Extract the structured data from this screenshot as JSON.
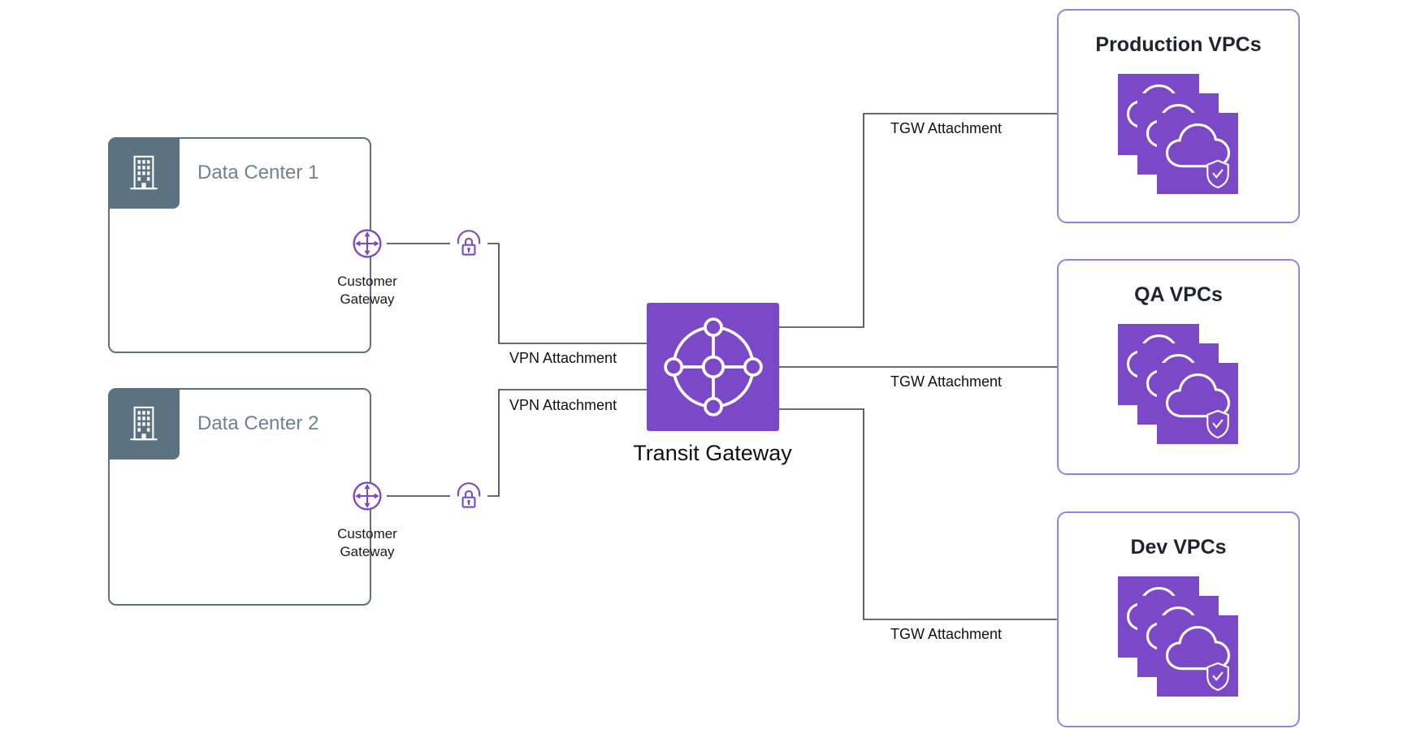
{
  "colors": {
    "node_purple": "#7b48c8",
    "slate": "#5b7282",
    "slate_text": "#6f8292",
    "vpc_border": "#9087db",
    "connector": "#3a3a3a",
    "label_text": "#111111",
    "background": "#ffffff"
  },
  "data_centers": [
    {
      "title": "Data Center 1"
    },
    {
      "title": "Data Center 2"
    }
  ],
  "customer_gateways": [
    {
      "label": "Customer Gateway"
    },
    {
      "label": "Customer Gateway"
    }
  ],
  "transit_gateway": {
    "label": "Transit Gateway"
  },
  "vpc_groups": [
    {
      "title": "Production VPCs"
    },
    {
      "title": "QA VPCs"
    },
    {
      "title": "Dev VPCs"
    }
  ],
  "edges": [
    {
      "from": "Customer Gateway (Data Center 1)",
      "to": "Transit Gateway",
      "label": "VPN Attachment"
    },
    {
      "from": "Customer Gateway (Data Center 2)",
      "to": "Transit Gateway",
      "label": "VPN Attachment"
    },
    {
      "from": "Transit Gateway",
      "to": "Production VPCs",
      "label": "TGW Attachment"
    },
    {
      "from": "Transit Gateway",
      "to": "QA VPCs",
      "label": "TGW Attachment"
    },
    {
      "from": "Transit Gateway",
      "to": "Dev VPCs",
      "label": "TGW Attachment"
    }
  ],
  "icons": {
    "building": "building-icon",
    "customer_gateway": "crossed-arrows-circle-icon",
    "vpn": "lock-dome-icon",
    "transit_gateway": "hub-network-icon",
    "vpc": "cloud-icon",
    "security": "shield-icon"
  }
}
